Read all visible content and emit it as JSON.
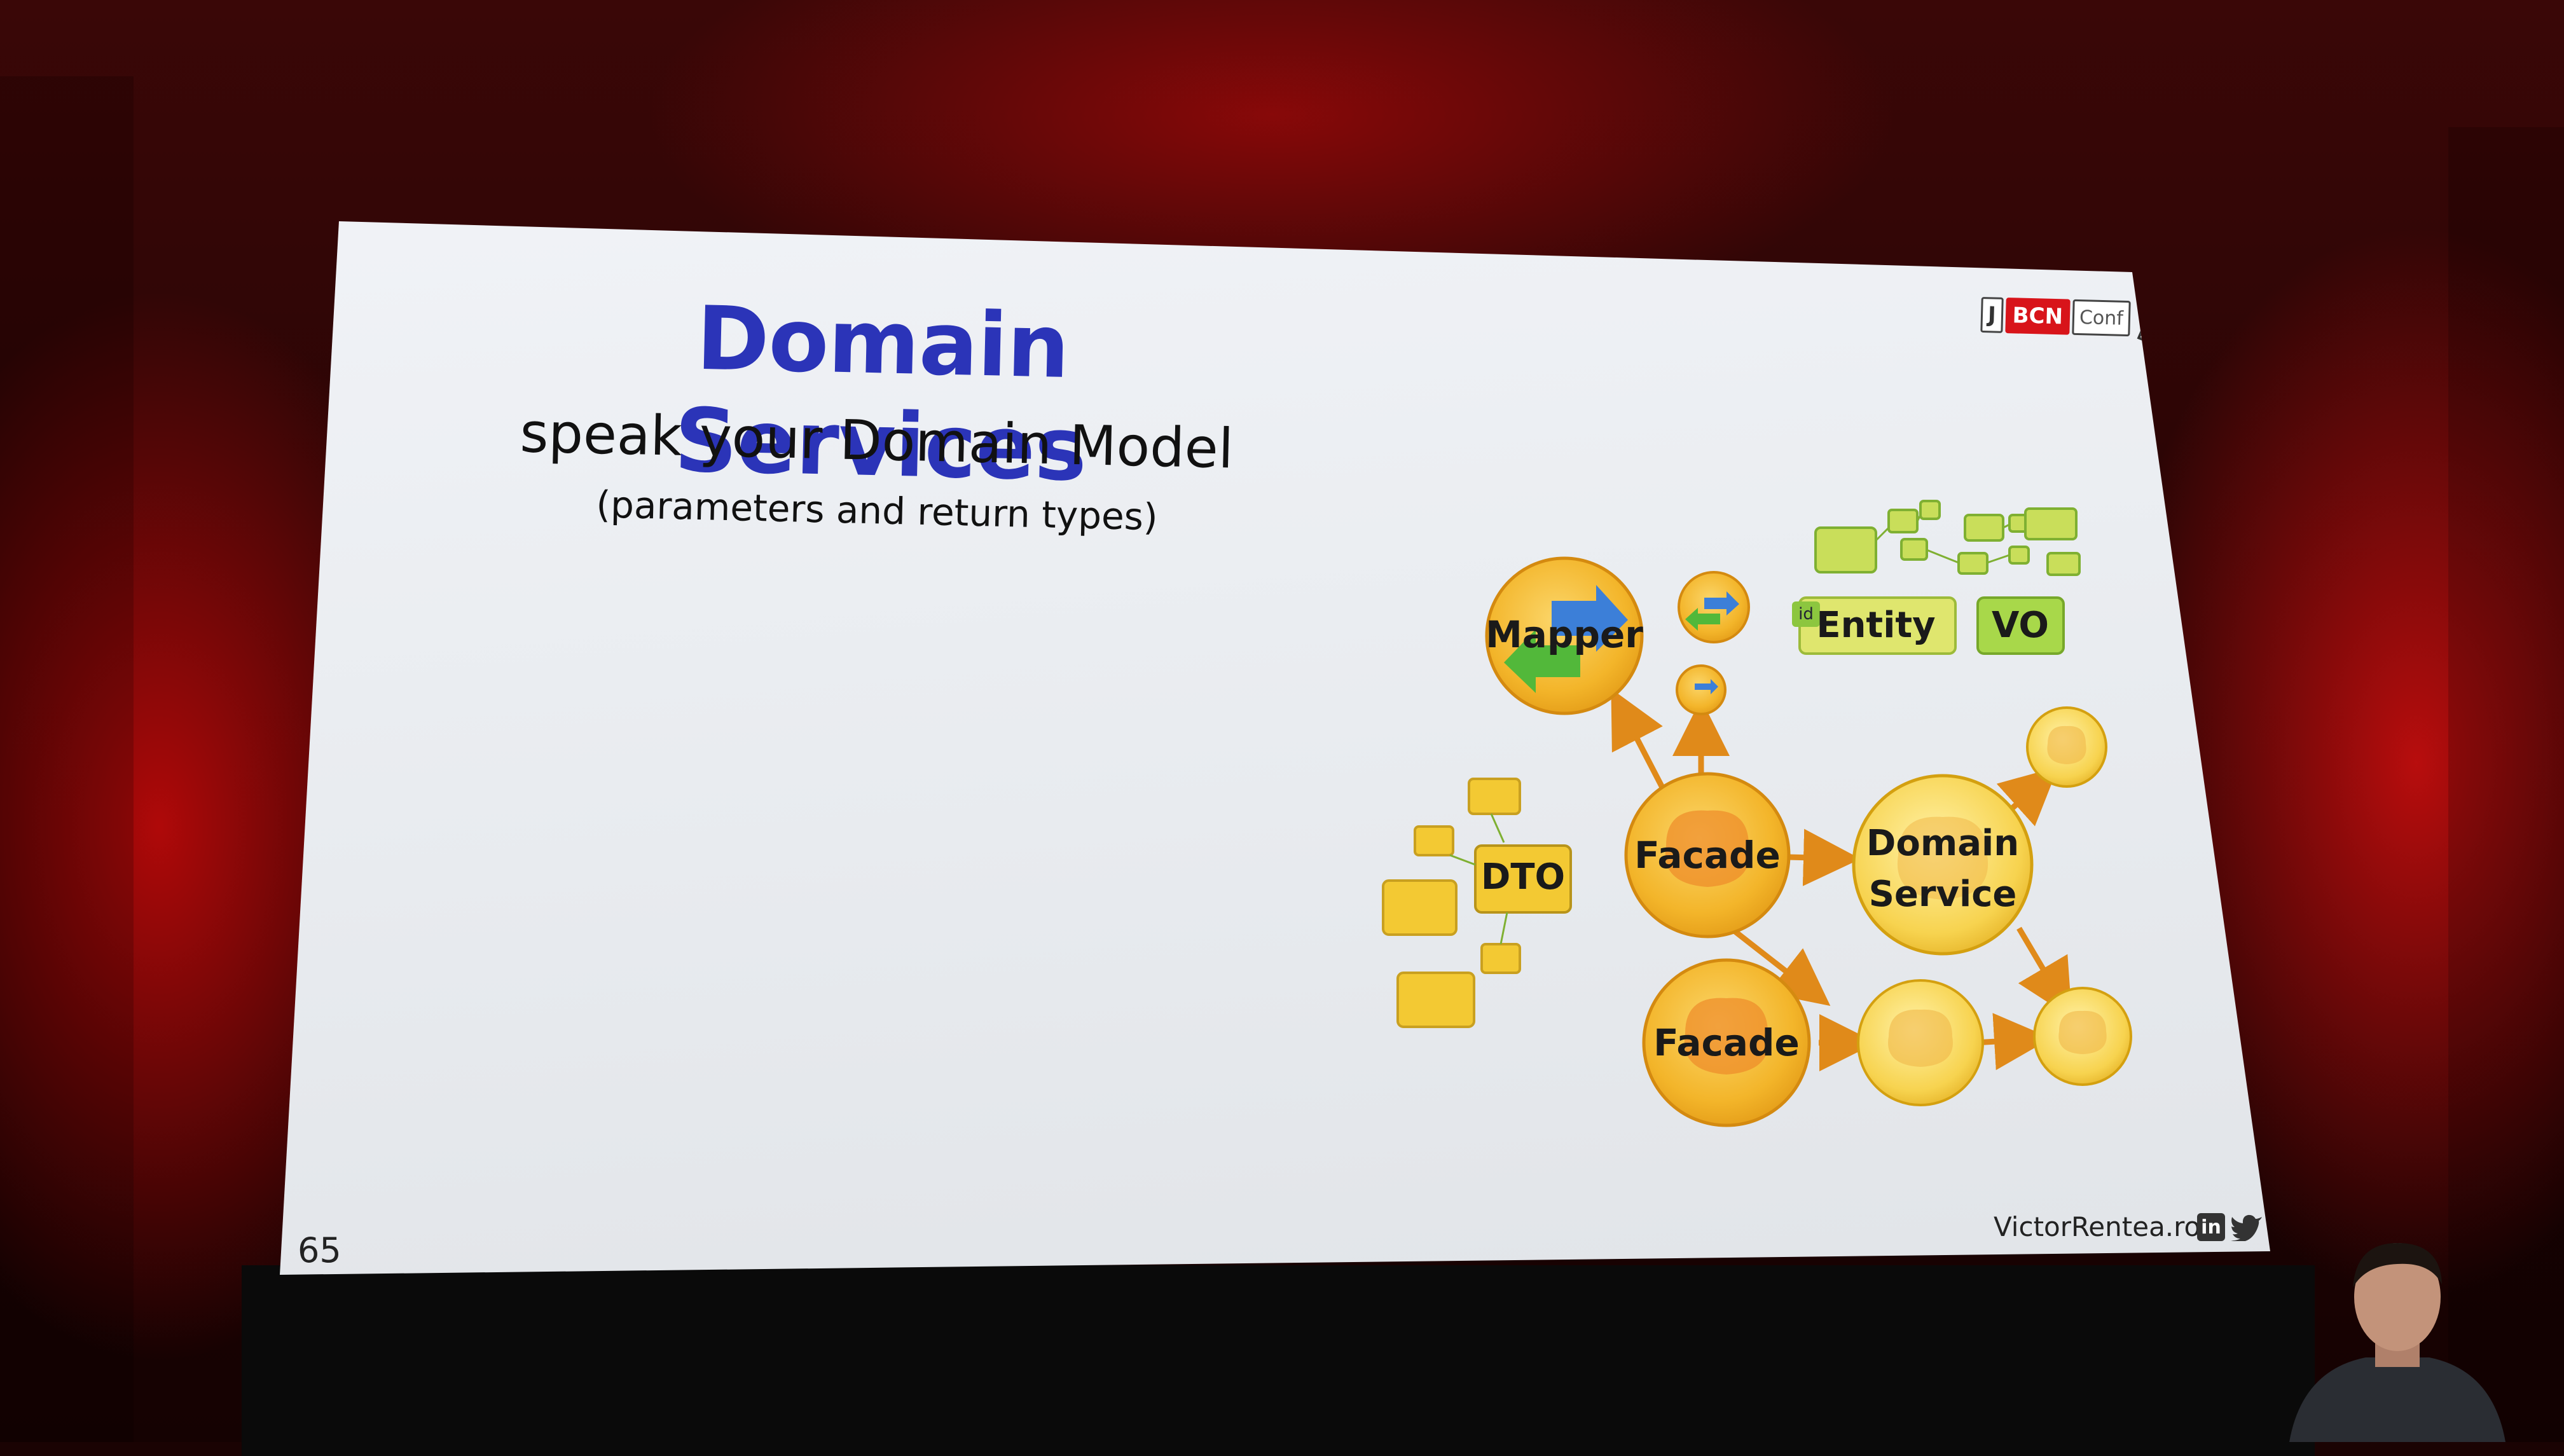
{
  "slide": {
    "title": "Domain Services",
    "subtitle": "speak your Domain Model",
    "note": "(parameters and return types)",
    "number": "65",
    "credit": "VictorRentea.ro",
    "logo": {
      "j": "J",
      "bcn": "BCN",
      "conf": "Conf"
    },
    "colors": {
      "title": "#2b34b8",
      "node": "#f3b52a",
      "arrow": "#e08a1a",
      "green": "#8cc63f"
    }
  },
  "diagram": {
    "mapper": "Mapper",
    "entity": "Entity",
    "entity_id": "id",
    "vo": "VO",
    "dto": "DTO",
    "facade_top": "Facade",
    "facade_bottom": "Facade",
    "domain_service_line1": "Domain",
    "domain_service_line2": "Service"
  },
  "icons": {
    "linkedin": "in",
    "twitter": "twitter-bird-icon",
    "duke": "java-duke-mascot-icon",
    "brain": "brain-icon",
    "swap": "swap-arrows-icon"
  }
}
